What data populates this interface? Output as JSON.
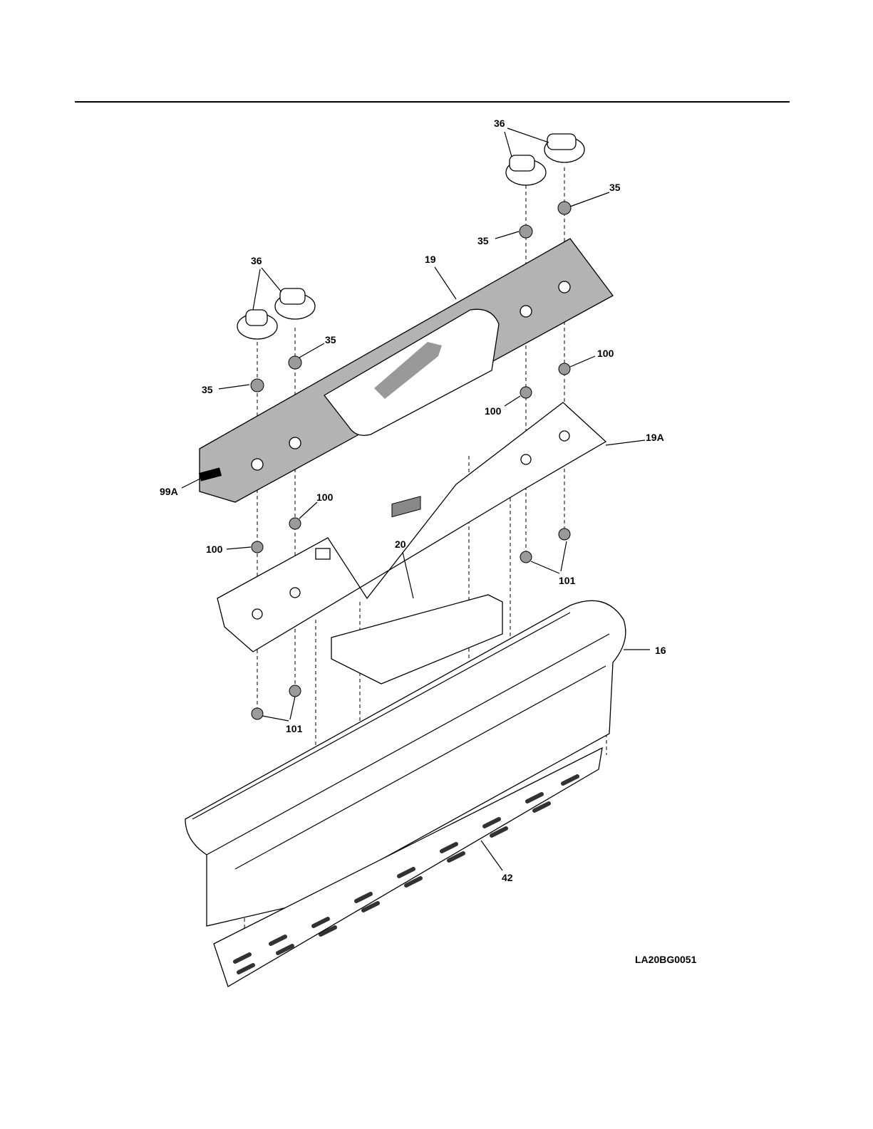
{
  "diagram_id": "LA20BG0051",
  "callouts": {
    "knobs_right": "36",
    "nut_right_top": "35",
    "nut_right_mid": "35",
    "panel": "19",
    "knobs_left": "36",
    "nut_left_top": "35",
    "nut_left_mid": "35",
    "nut_right_100a": "100",
    "nut_right_100b": "100",
    "bracket": "19A",
    "overlay": "99A",
    "nut_left_100a": "100",
    "nut_left_100b": "100",
    "control_board": "20",
    "nuts_right_101": "101",
    "trim": "16",
    "nuts_left_101": "101",
    "vent": "42"
  }
}
